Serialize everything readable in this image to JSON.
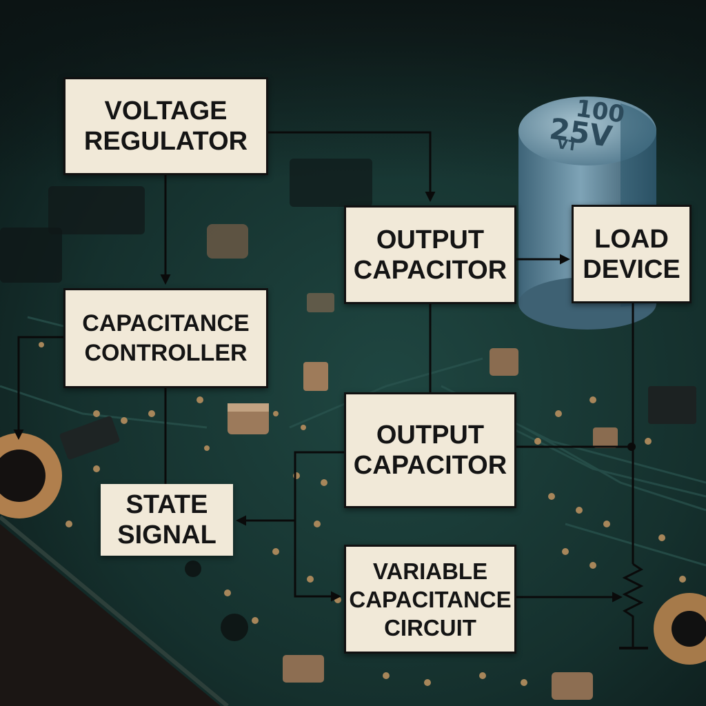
{
  "diagram": {
    "blocks": {
      "voltage_regulator": {
        "line1": "VOLTAGE",
        "line2": "REGULATOR"
      },
      "output_capacitor_top": {
        "line1": "OUTPUT",
        "line2": "CAPACITOR"
      },
      "load_device": {
        "line1": "LOAD",
        "line2": "DEVICE"
      },
      "capacitance_controller": {
        "line1": "CAPACITANCE",
        "line2": "CONTROLLER"
      },
      "output_capacitor_bottom": {
        "line1": "OUTPUT",
        "line2": "CAPACITOR"
      },
      "state_signal": {
        "line1": "STATE",
        "line2": "SIGNAL"
      },
      "variable_capacitance_circuit": {
        "line1": "VARIABLE",
        "line2": "CAPACITANCE",
        "line3": "CIRCUIT"
      }
    },
    "capacitor_marking": {
      "line1": "100",
      "line2": "25V",
      "line3": "VT"
    },
    "colors": {
      "block_fill": "#f1e9d8",
      "wire": "#0a0a0a",
      "pcb_green": "#1a3a36",
      "pad_copper": "#b08a5a",
      "capacitor_body": "#5f8aa0"
    }
  }
}
